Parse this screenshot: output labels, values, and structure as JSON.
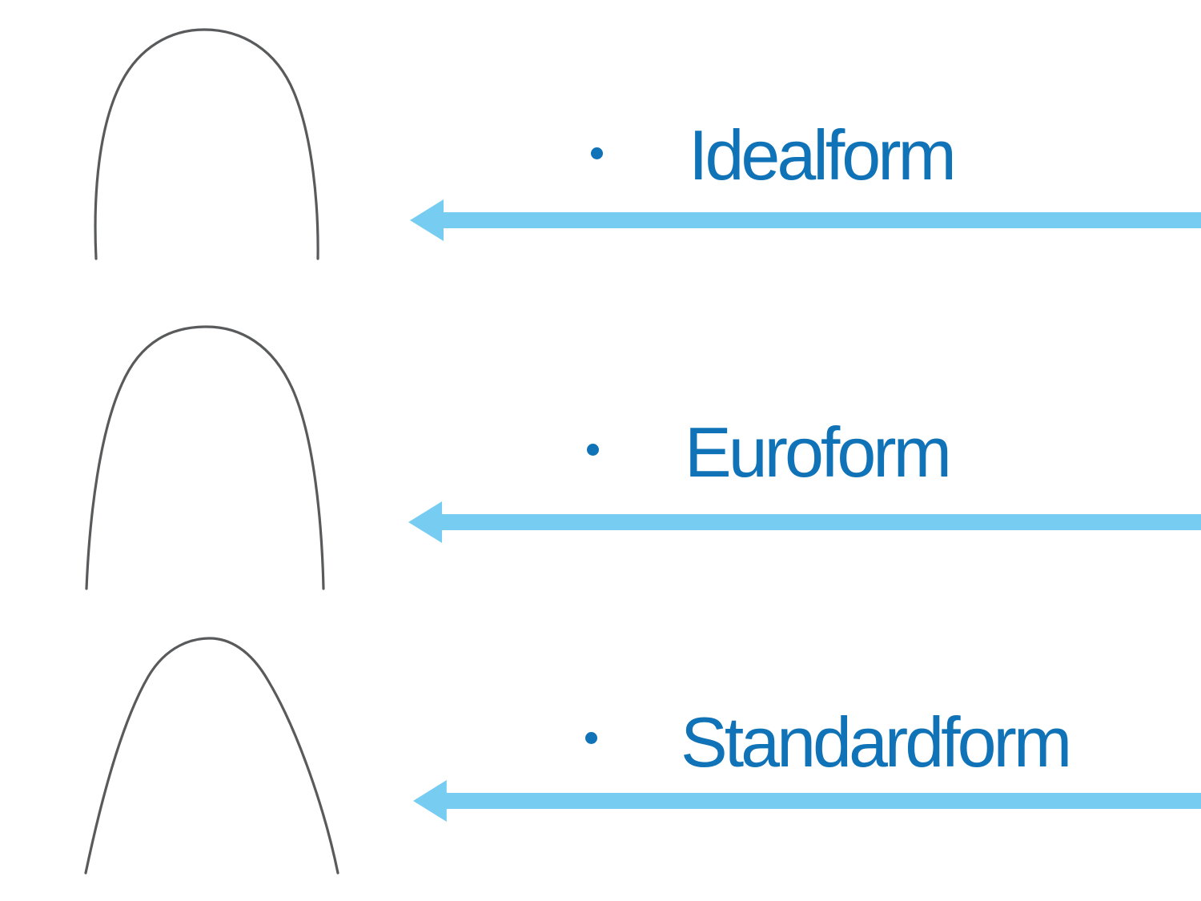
{
  "slide": {
    "rows": [
      {
        "label": "Idealform",
        "wire_icon": "idealform-archwire"
      },
      {
        "label": "Euroform",
        "wire_icon": "euroform-archwire"
      },
      {
        "label": "Standardform",
        "wire_icon": "standardform-archwire"
      }
    ],
    "colors": {
      "label_text": "#1173b7",
      "bullet": "#1173b7",
      "arrow": "#76cdf1",
      "wire": "#595a5c",
      "background": "#ffffff"
    }
  }
}
